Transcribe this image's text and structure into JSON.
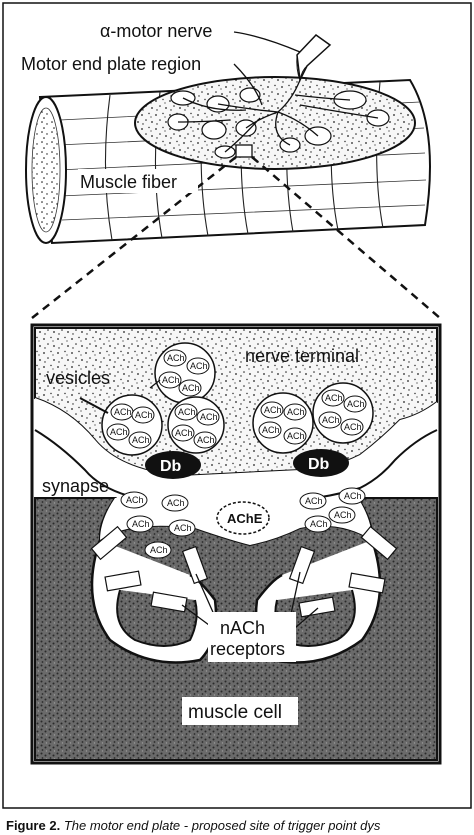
{
  "labels": {
    "motor_nerve": "α-motor nerve",
    "end_plate_region": "Motor end plate region",
    "muscle_fiber": "Muscle fiber",
    "nerve_terminal": "nerve terminal",
    "vesicles": "vesicles",
    "synapse": "synapse",
    "db": "Db",
    "ache": "AChE",
    "ach": "ACh",
    "nach_line1": "nACh",
    "nach_line2": "receptors",
    "muscle_cell": "muscle cell"
  },
  "caption": {
    "number": "Figure 2.",
    "text": "The motor end plate - proposed site of trigger point dys"
  },
  "colors": {
    "ink": "#111111",
    "background": "#ffffff",
    "nerve_terminal_fill": "#f4f4f4",
    "muscle_cell_fill": "#5a5a5a",
    "db_fill": "#111111"
  }
}
